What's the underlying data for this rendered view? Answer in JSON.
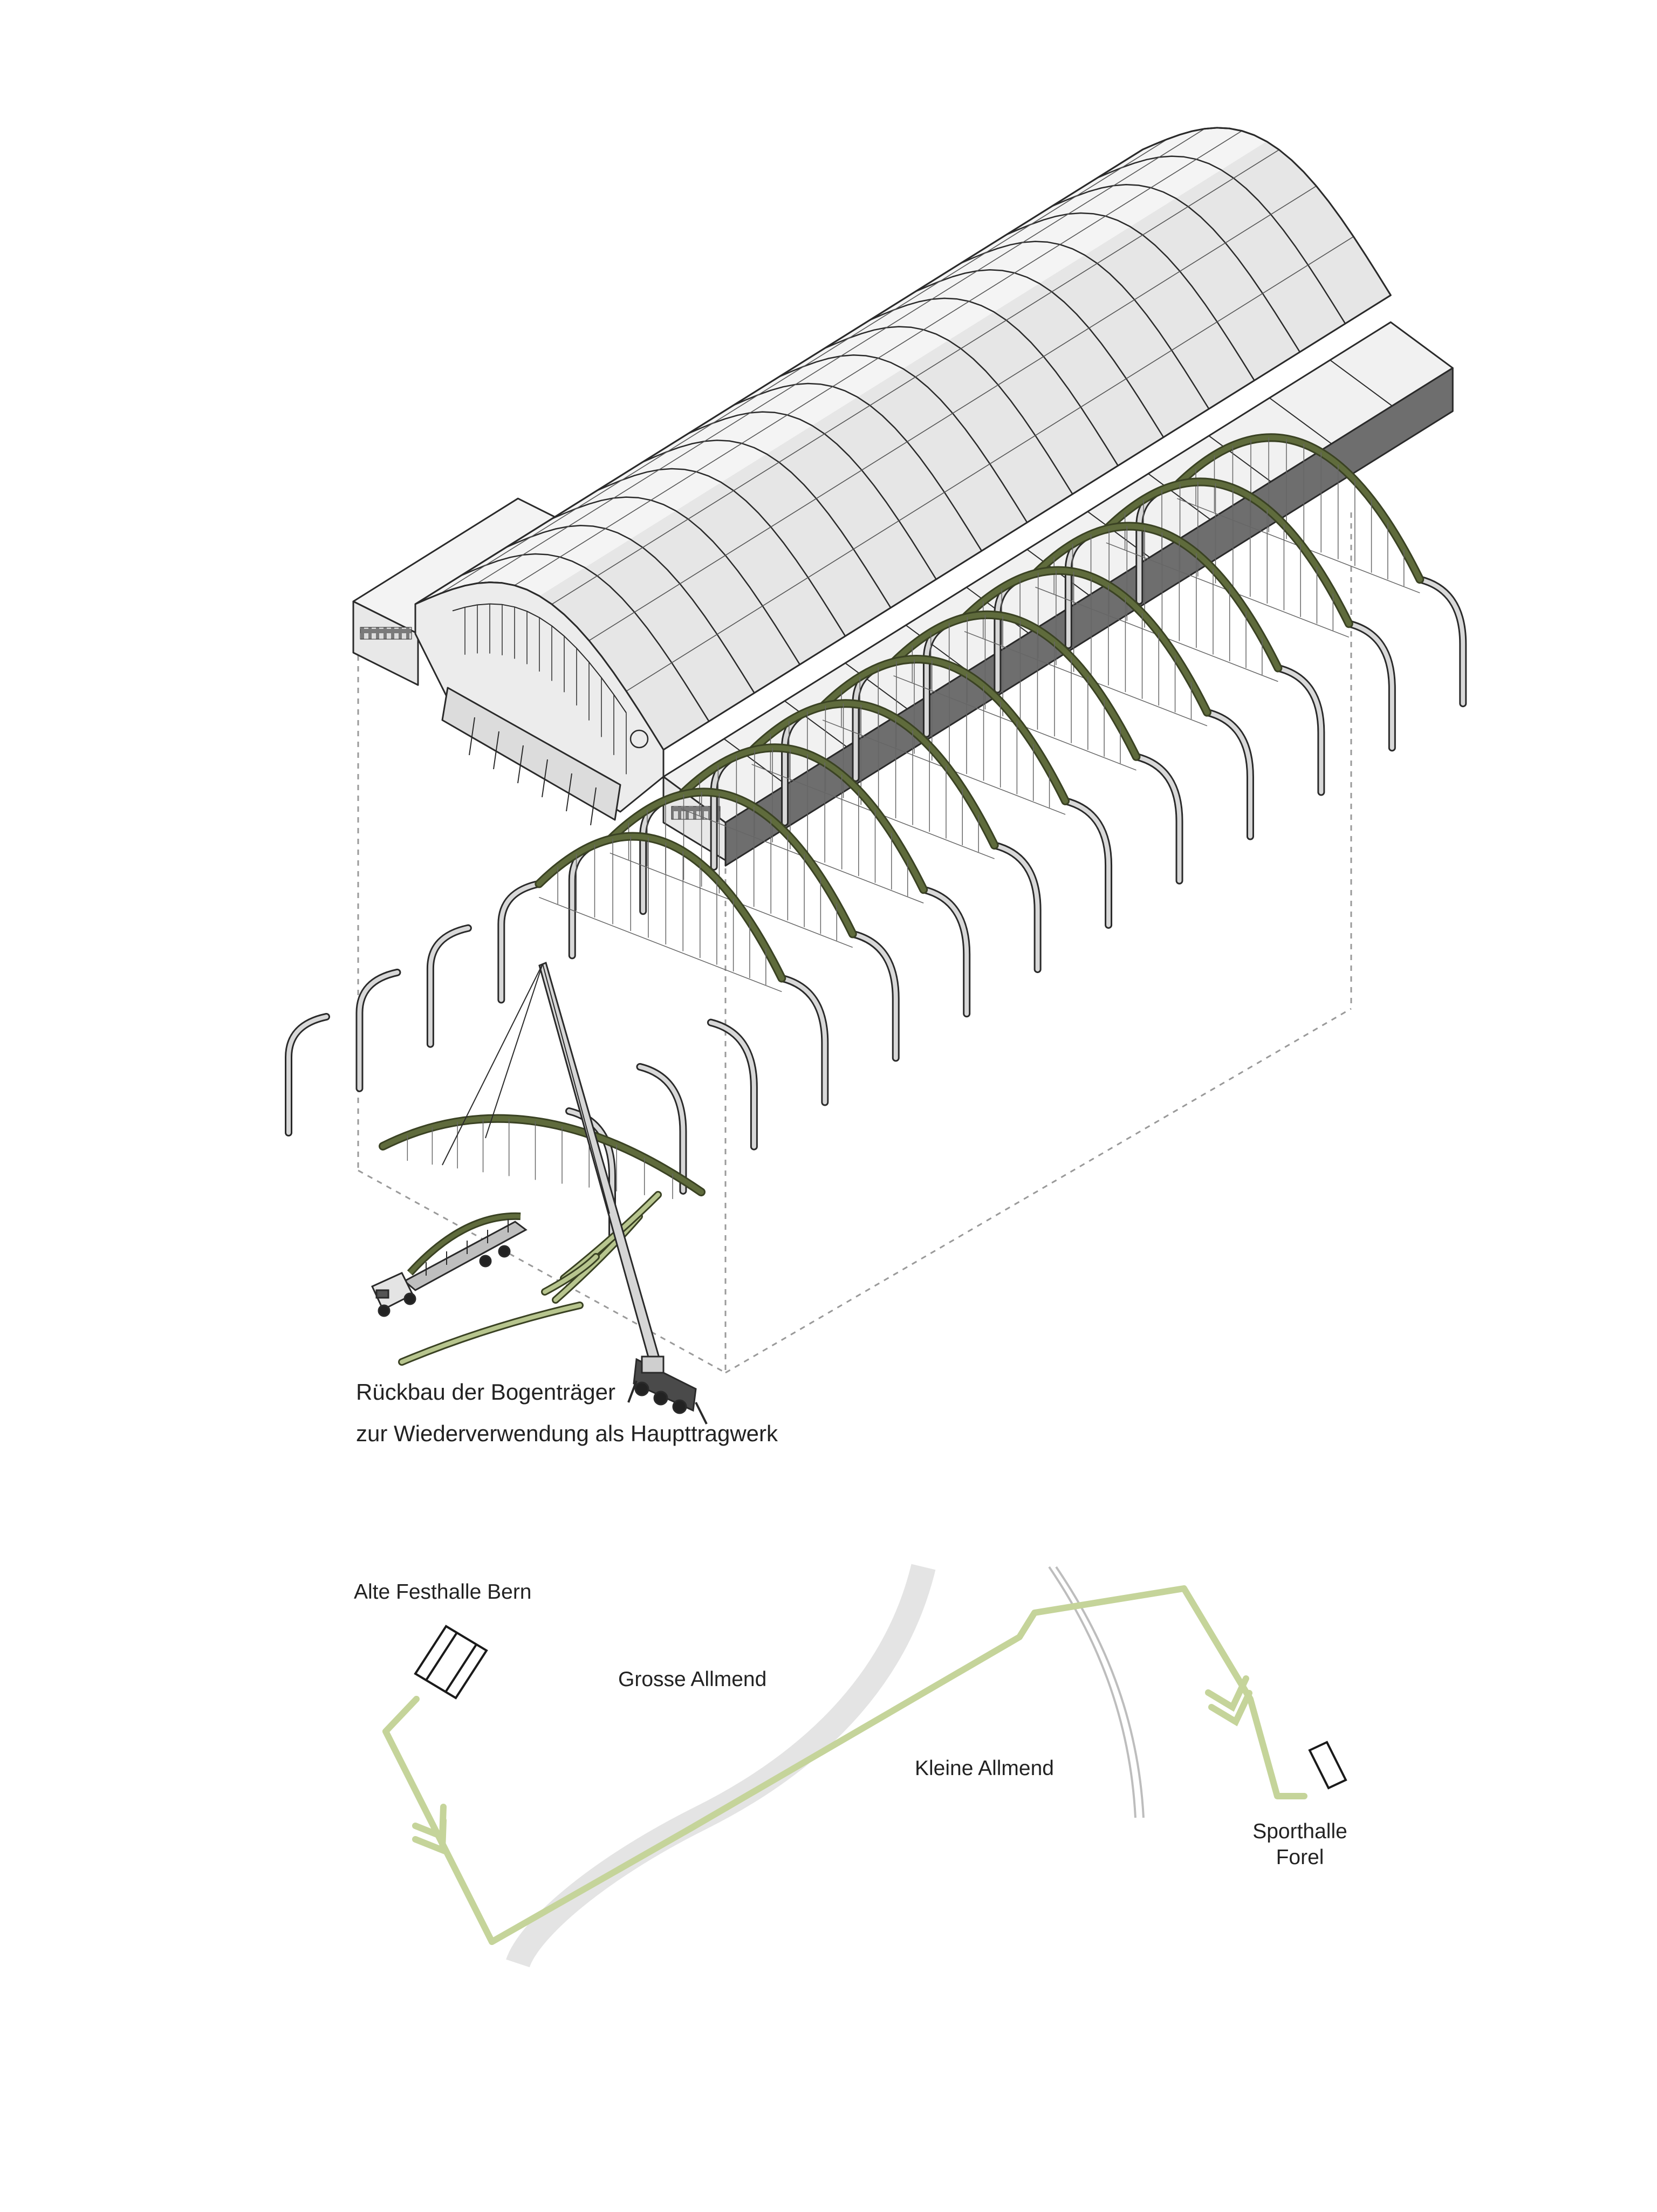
{
  "caption": {
    "line1": "Rückbau der Bogenträger",
    "line2": "zur Wiederverwendung als Haupttragwerk"
  },
  "map": {
    "origin_label": "Alte Festhalle Bern",
    "area_label_1": "Grosse Allmend",
    "area_label_2": "Kleine Allmend",
    "destination_label_line1": "Sporthalle",
    "destination_label_line2": "Forel"
  },
  "colors": {
    "route": "#c5d49a",
    "beam": "#5f6b3c",
    "beam_edge": "#3a4223",
    "road": "#e4e4e4",
    "rail": "#bdbdbd",
    "roof_light": "#f4f4f4",
    "roof_shade": "#e2e2e2",
    "wall": "#6e6e6e",
    "line": "#2a2a2a"
  },
  "icons": {
    "arrow": "chevron-arrow-icon",
    "building": "rectangle-building-icon",
    "truck": "truck-icon",
    "crane": "crane-icon"
  }
}
